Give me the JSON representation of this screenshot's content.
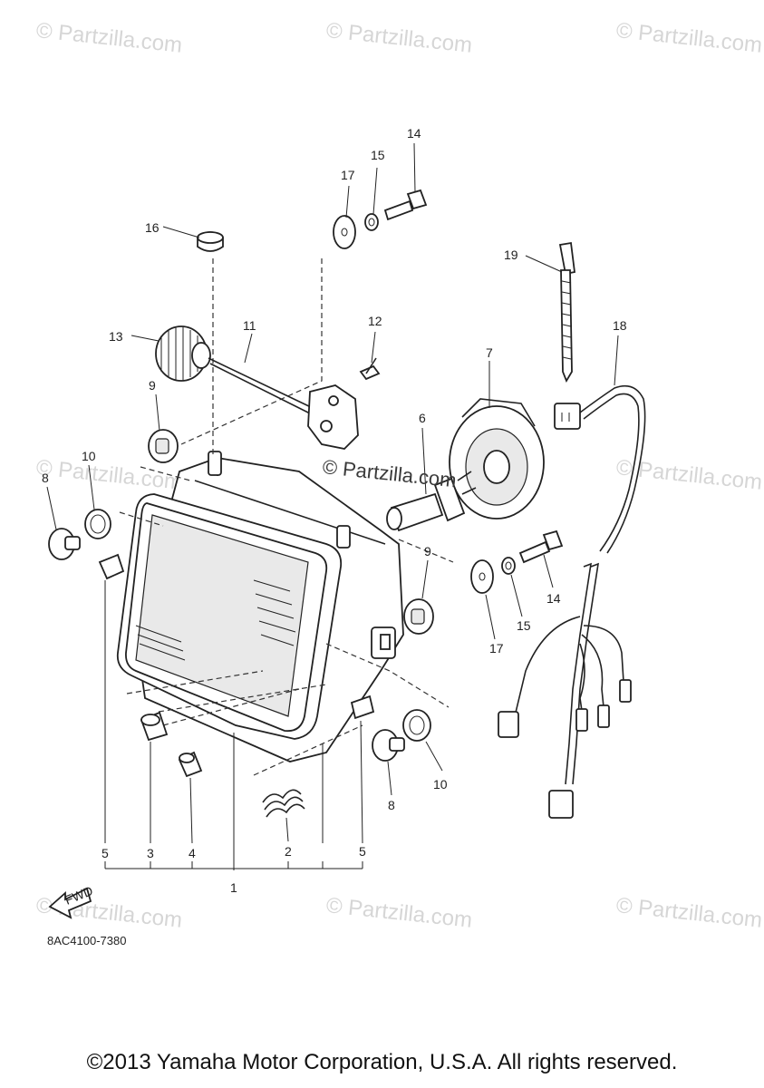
{
  "watermark": {
    "text": "© Partzilla.com"
  },
  "callouts": {
    "c1": "1",
    "c2": "2",
    "c3": "3",
    "c4": "4",
    "c5a": "5",
    "c5b": "5",
    "c6": "6",
    "c7": "7",
    "c8a": "8",
    "c8b": "8",
    "c9a": "9",
    "c9b": "9",
    "c10a": "10",
    "c10b": "10",
    "c11": "11",
    "c12": "12",
    "c13": "13",
    "c14a": "14",
    "c14b": "14",
    "c15a": "15",
    "c15b": "15",
    "c16": "16",
    "c17a": "17",
    "c17b": "17",
    "c18": "18",
    "c19": "19"
  },
  "fwd_label": "FWD",
  "diagram_code": "8AC4100-7380",
  "copyright": "©2013 Yamaha Motor Corporation, U.S.A. All rights reserved."
}
